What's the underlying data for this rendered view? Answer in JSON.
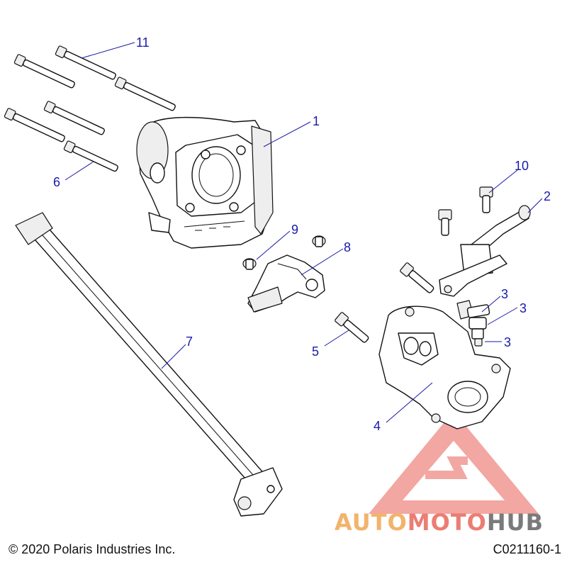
{
  "callouts": {
    "c1": "1",
    "c2": "2",
    "c3a": "3",
    "c3b": "3",
    "c3c": "3",
    "c4": "4",
    "c5": "5",
    "c6": "6",
    "c7": "7",
    "c8": "8",
    "c9": "9",
    "c10": "10",
    "c11": "11"
  },
  "footer": {
    "copyright": "© 2020 Polaris Industries Inc.",
    "drawing_number": "C0211160-1"
  },
  "watermark": {
    "part1": "AUTO",
    "part2": "MOTO",
    "part3": "HUB",
    "colors": {
      "auto": "#f2b36b",
      "moto": "#ec7d73",
      "hub": "#7a7a7a",
      "triangle": "#ee8a84"
    }
  },
  "colors": {
    "callout": "#1a1aa8",
    "line": "#111111"
  }
}
